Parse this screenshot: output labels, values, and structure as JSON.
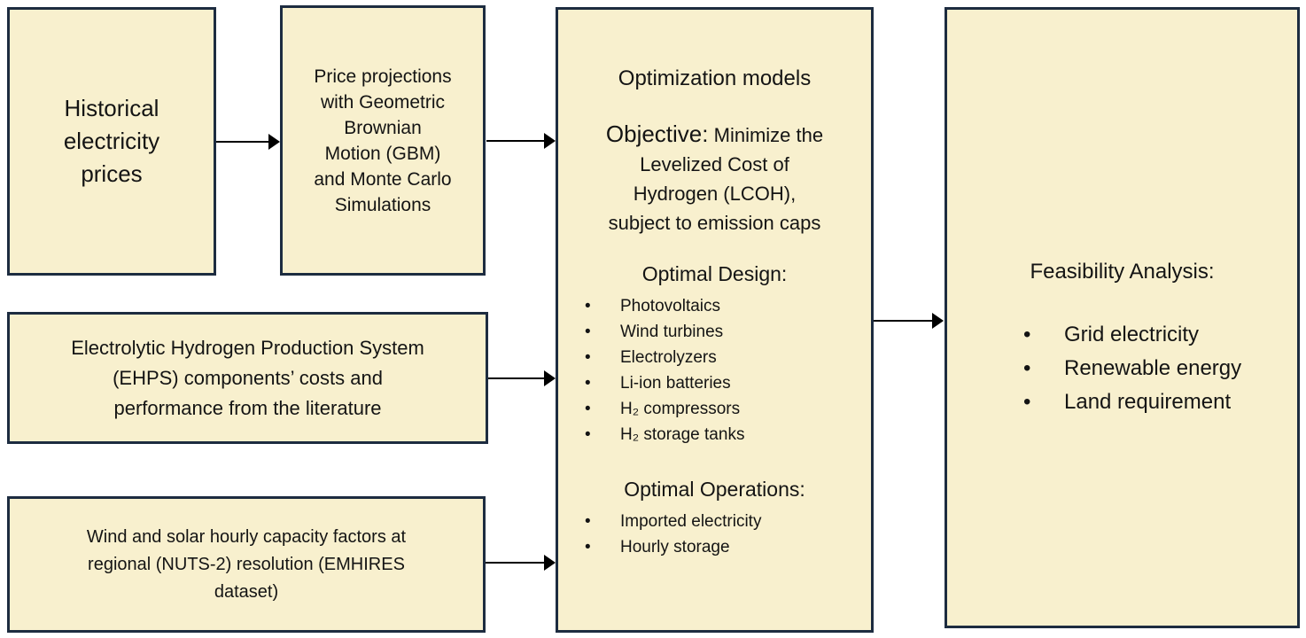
{
  "colors": {
    "box_fill": "#F8F0CE",
    "box_border": "#1D2C40",
    "arrow_color": "#000000",
    "text_color": "#141414",
    "page_bg": "#FFFFFF"
  },
  "boxes": {
    "historical": {
      "text": "Historical\nelectricity\nprices"
    },
    "price_projections": {
      "text": "Price projections\nwith Geometric\nBrownian\nMotion (GBM)\nand Monte Carlo\nSimulations"
    },
    "ehps": {
      "text": "Electrolytic Hydrogen Production System\n(EHPS) components’ costs and\nperformance from the literature"
    },
    "capacity_factors": {
      "text": "Wind and solar hourly capacity factors at\nregional (NUTS-2) resolution (EMHIRES\ndataset)"
    },
    "optimization": {
      "title": "Optimization models",
      "objective_label": "Objective:",
      "objective_text": "Minimize the\nLevelized Cost of\nHydrogen (LCOH),\nsubject to emission caps",
      "design_heading": "Optimal Design:",
      "design_items": [
        "Photovoltaics",
        "Wind turbines",
        "Electrolyzers",
        "Li-ion batteries",
        "H₂ compressors",
        "H₂ storage tanks"
      ],
      "operations_heading": "Optimal Operations:",
      "operations_items": [
        "Imported electricity",
        "Hourly storage"
      ]
    },
    "feasibility": {
      "title": "Feasibility Analysis:",
      "items": [
        "Grid electricity",
        "Renewable energy",
        "Land requirement"
      ]
    }
  }
}
